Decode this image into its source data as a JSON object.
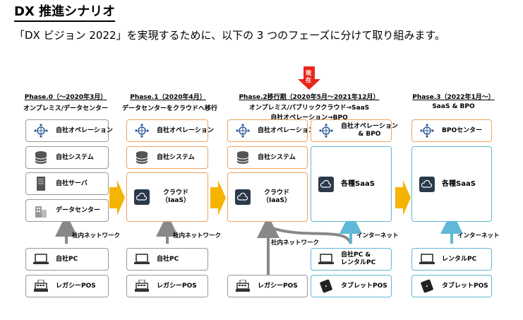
{
  "header": {
    "title": "DX 推進シナリオ",
    "subtitle": "「DX ビジョン 2022」を実現するために、以下の 3 つのフェーズに分けて取り組みます。"
  },
  "now_marker": {
    "label_line1": "現",
    "label_line2": "在"
  },
  "phases": [
    {
      "code": "Phase.0",
      "period": "（～2020年3月）",
      "name": "オンプレミス/データセンター"
    },
    {
      "code": "Phase.1",
      "period": "（2020年4月）",
      "name": "データセンターをクラウドへ移行"
    },
    {
      "code": "Phase.2",
      "period": "移行期（2020年5月～2021年12月）",
      "name": "オンプレミス/パブリッククラウド→SaaS",
      "name2": "自社オペレーション→BPO"
    },
    {
      "code": "Phase.3",
      "period": "（2022年1月～）",
      "name": "SaaS & BPO"
    }
  ],
  "labels": {
    "own_operation": "自社オペレーション",
    "own_system": "自社システム",
    "own_server": "自社サーバ",
    "data_center": "データセンター",
    "cloud": "クラウド",
    "iaas": "（IaaS）",
    "own_op_bpo_1": "自社オペレーション",
    "own_op_bpo_2": "& BPO",
    "various_saas": "各種SaaS",
    "bpo_center": "BPOセンター",
    "internal_network": "社内ネットワーク",
    "internet": "インターネット",
    "own_pc": "自社PC",
    "own_pc_rental_1": "自社PC &",
    "own_pc_rental_2": "レンタルPC",
    "rental_pc": "レンタルPC",
    "legacy_pos": "レガシーPOS",
    "tablet_pos": "タブレットPOS"
  },
  "colors": {
    "orange": "#f0a35e",
    "blue": "#5fb8d6",
    "gray": "#999999",
    "arrow_yellow": "#f5b400",
    "now_red": "#e8261c",
    "icon_blue": "#2e5b9a"
  },
  "icons": [
    "globe-people-icon",
    "database-icon",
    "server-icon",
    "building-icon",
    "cloud-icon",
    "laptop-icon",
    "cash-register-icon",
    "tablet-icon"
  ]
}
